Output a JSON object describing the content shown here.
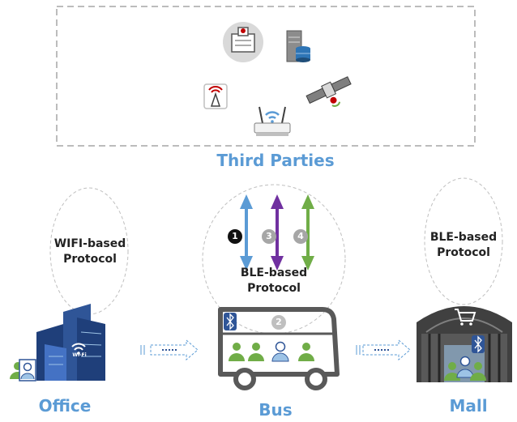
{
  "section": {
    "third_parties_label": "Third Parties"
  },
  "office": {
    "caption": "Office",
    "protocol_label": "WIFI-based Protocol",
    "wifi_text": "Wi-Fi"
  },
  "bus": {
    "caption": "Bus",
    "protocol_label": "BLE-based Protocol"
  },
  "mall": {
    "caption": "Mall",
    "protocol_label": "BLE-based Protocol"
  },
  "steps": {
    "s1": "1",
    "s2": "2",
    "s3": "3",
    "s4": "4"
  },
  "colors": {
    "accent_blue": "#5b9bd5",
    "arrow_blue": "#5b9bd5",
    "arrow_purple": "#7030a0",
    "arrow_green": "#70ad47",
    "building_navy": "#1f3f7a",
    "user_green": "#70ad47",
    "bus_gray": "#595959"
  },
  "icons": [
    "hospital-icon",
    "server-database-icon",
    "cell-tower-icon",
    "satellite-icon",
    "wifi-router-icon",
    "bluetooth-icon",
    "shopping-cart-icon",
    "user-icon",
    "wifi-icon"
  ]
}
